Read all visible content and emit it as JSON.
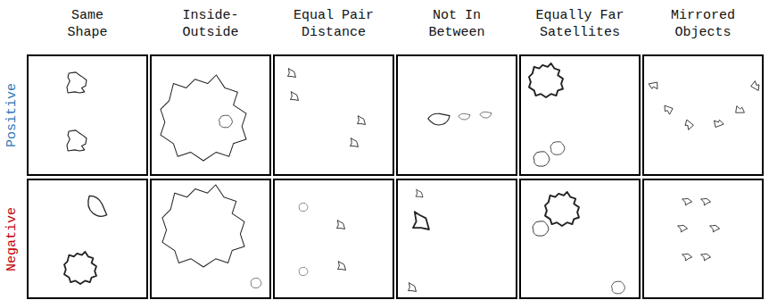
{
  "diagram": {
    "labels": [
      "Same Shape",
      "Inside-Outside",
      "Equal Pair Distance",
      "Not In Between",
      "Equally Far Satellites",
      "Mirrored Objects",
      "Positive",
      "Negative"
    ]
  }
}
